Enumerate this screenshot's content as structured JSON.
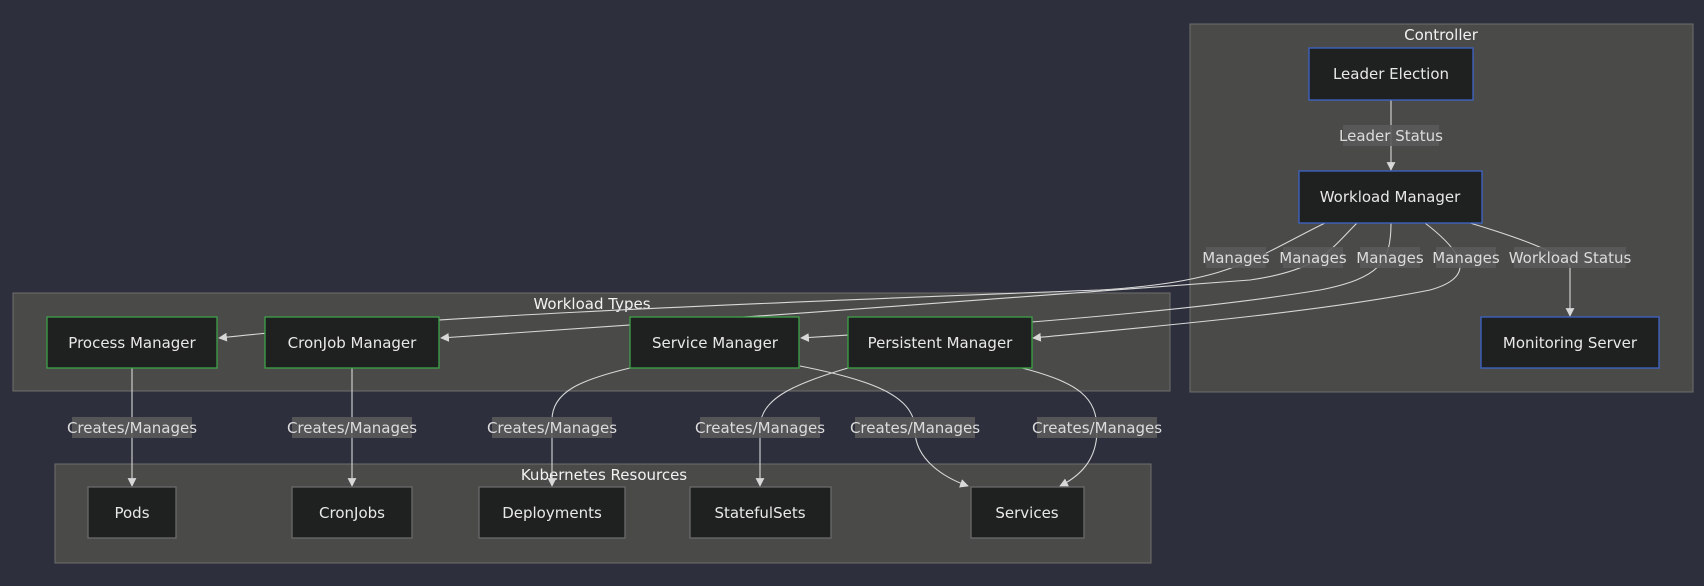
{
  "clusters": {
    "controller": "Controller",
    "workload_types": "Workload Types",
    "kubernetes_resources": "Kubernetes Resources"
  },
  "nodes": {
    "leader_election": "Leader Election",
    "workload_manager": "Workload Manager",
    "monitoring_server": "Monitoring Server",
    "process_manager": "Process Manager",
    "cronjob_manager": "CronJob Manager",
    "service_manager": "Service Manager",
    "persistent_manager": "Persistent Manager",
    "pods": "Pods",
    "cronjobs": "CronJobs",
    "deployments": "Deployments",
    "statefulsets": "StatefulSets",
    "services": "Services"
  },
  "edges": {
    "leader_status": "Leader Status",
    "manages": "Manages",
    "workload_status": "Workload Status",
    "creates_manages": "Creates/Manages"
  },
  "colors": {
    "background": "#2d303c",
    "cluster_fill": "#4a4a48",
    "node_fill": "#1f2020",
    "controller_node_border": "#3d64c8",
    "workload_node_border": "#3fa14a"
  }
}
